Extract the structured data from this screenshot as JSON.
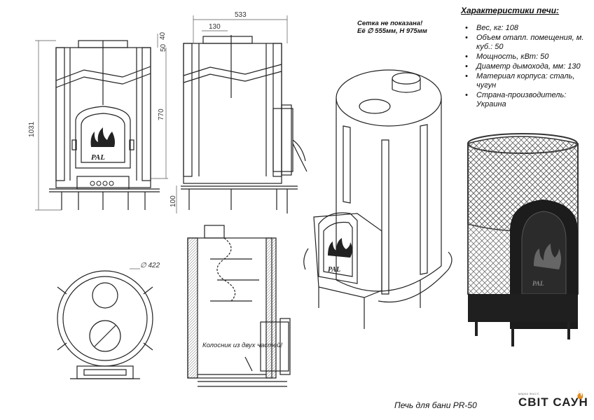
{
  "specs": {
    "title": "Характеристики печи:",
    "items": [
      "Вес, кг: 108",
      "Объем отапл. помещения, м. куб.: 50",
      "Мощность, кВт: 50",
      "Диаметр дымохода, мм: 130",
      "Материал корпуса: сталь, чугун",
      "Страна-производитель: Украина"
    ]
  },
  "note": {
    "line1": "Сетка не показана!",
    "line2": "Её ∅ 555мм, Н 975мм"
  },
  "dimensions": {
    "width_533": "533",
    "flue_130": "130",
    "top_40": "40",
    "top_50": "50",
    "height_1031": "1031",
    "height_770": "770",
    "leg_100": "100",
    "diameter_422": "∅ 422"
  },
  "door_logo": "PAL",
  "grate_label": "Колосник из двух частей!",
  "caption": "Печь для бани PR-50",
  "brand": {
    "name": "СВІТ САУН",
    "tagline": "марка якості"
  },
  "colors": {
    "line": "#222222",
    "photo_dark": "#1c1c1c",
    "mesh": "#555555",
    "flame": "#e08a1e"
  }
}
